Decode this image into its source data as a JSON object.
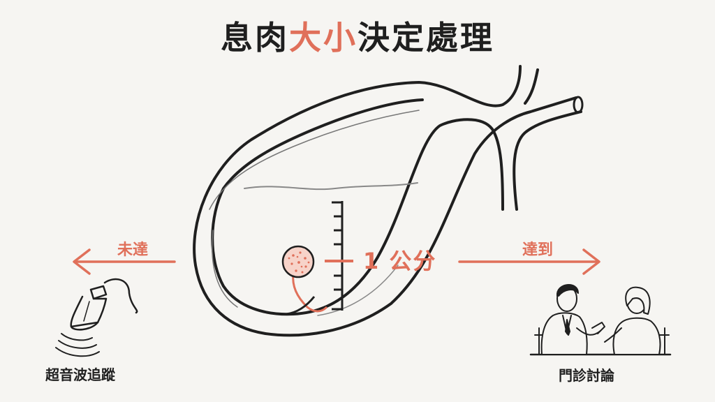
{
  "title": {
    "part1": "息肉",
    "accent": "大小",
    "part2": "決定處理"
  },
  "labels": {
    "not_reached": "未達",
    "reached": "達到",
    "threshold": "1 公分",
    "left_outcome": "超音波追蹤",
    "right_outcome": "門診討論"
  },
  "colors": {
    "accent": "#e0705a",
    "ink": "#1f1f1f",
    "background": "#f6f5f2"
  },
  "icons": [
    "gallbladder-icon",
    "polyp-icon",
    "ruler-icon",
    "ultrasound-probe-icon",
    "doctor-consultation-icon"
  ]
}
